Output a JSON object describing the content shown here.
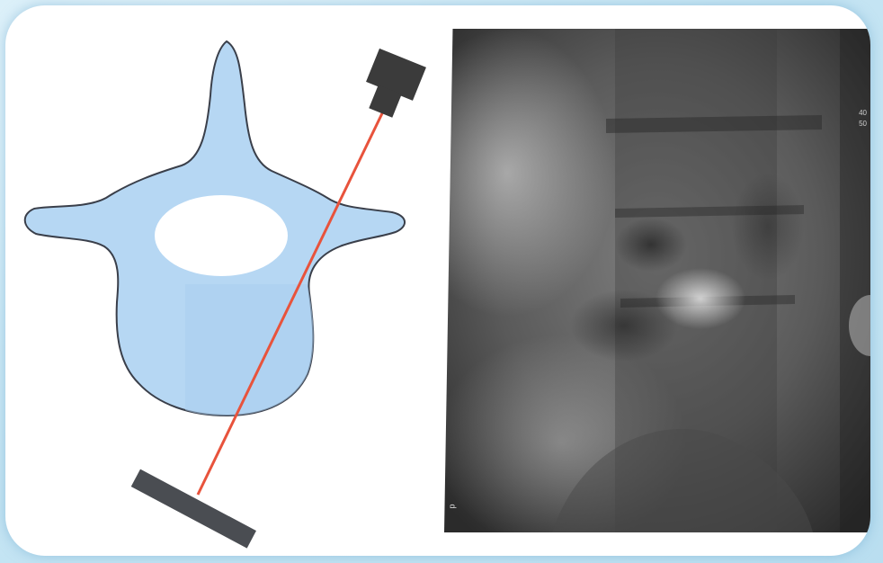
{
  "diagram": {
    "colors": {
      "vertebra_fill": "#b6d7f3",
      "vertebra_outline": "#3a3f4a",
      "canal_fill": "#ffffff",
      "beam_color": "#e8533c",
      "emitter_color": "#3b3b3b",
      "detector_color": "#4a4d52"
    },
    "icons": [
      "vertebra-icon",
      "xray-source-icon",
      "xray-detector-icon"
    ]
  },
  "xray": {
    "markers": [
      "40",
      "50"
    ],
    "corner_label": "p"
  },
  "page": {
    "background_color": "#cfeaf6",
    "card_color": "#ffffff"
  }
}
